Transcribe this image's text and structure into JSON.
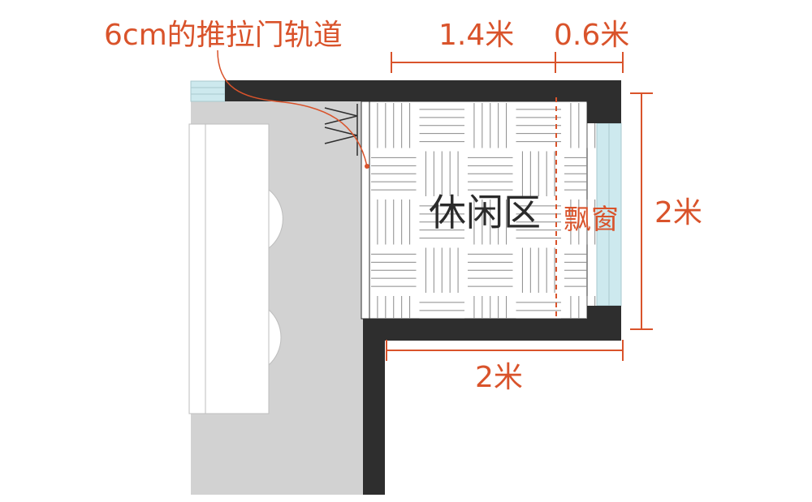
{
  "annotations": {
    "track_note": "6cm的推拉门轨道",
    "top_dim_main": "1.4米",
    "top_dim_side": "0.6米",
    "right_dim": "2米",
    "bottom_dim": "2米",
    "bay_window": "飘窗"
  },
  "room": {
    "label": "休闲区"
  },
  "colors": {
    "accent": "#d9532b",
    "wall": "#2e2e2e",
    "floor_gray": "#d2d2d2",
    "window": "#cde9ee",
    "parquet": "#ffffff"
  }
}
